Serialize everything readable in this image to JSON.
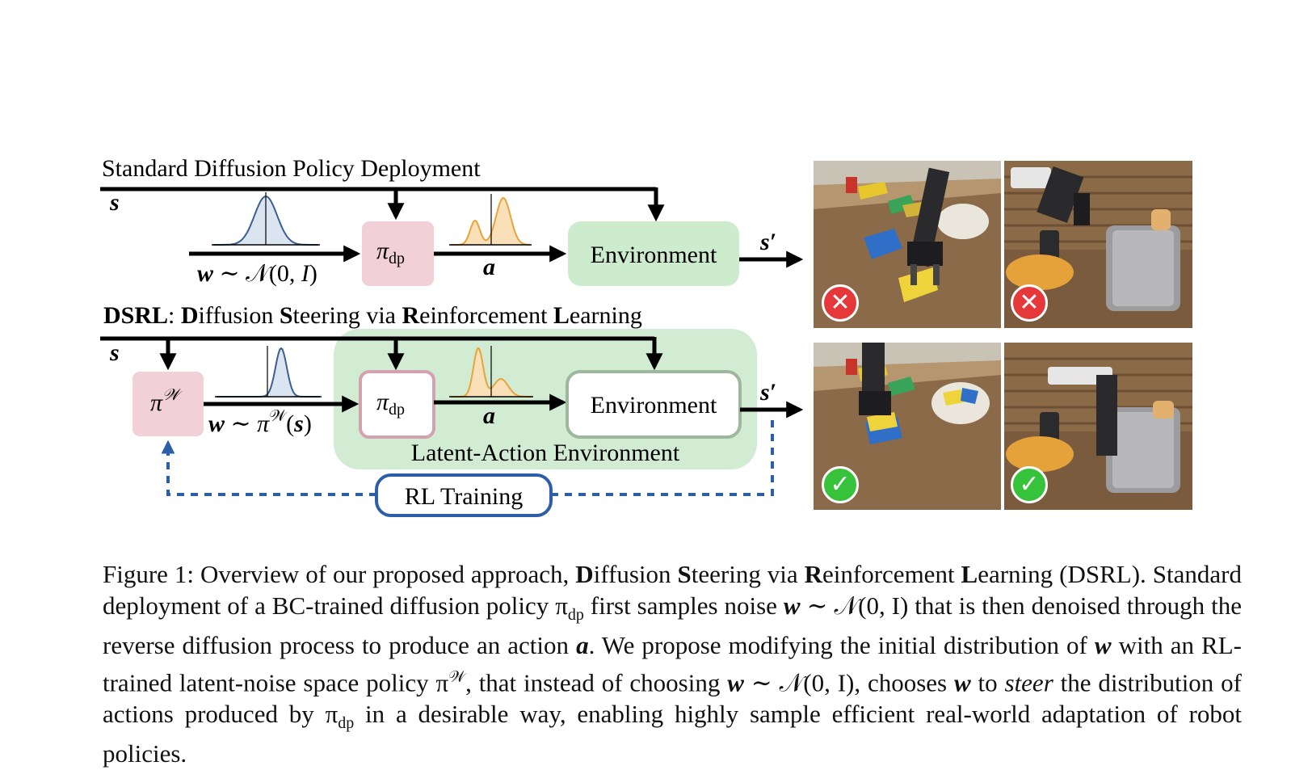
{
  "diagram": {
    "top_title": "Standard Diffusion Policy Deployment",
    "state_label": "s",
    "state_next_label": "s′",
    "pi_dp_label": "π",
    "pi_dp_sub": "dp",
    "action_label": "a",
    "environment_label": "Environment",
    "noise_standard_label": "w ∼ 𝒩(0, I)",
    "bottom_title_parts": [
      {
        "text": "DSRL",
        "bold": true
      },
      {
        "text": ": ",
        "bold": false
      },
      {
        "text": "D",
        "bold": true
      },
      {
        "text": "iffusion ",
        "bold": false
      },
      {
        "text": "S",
        "bold": true
      },
      {
        "text": "teering via ",
        "bold": false
      },
      {
        "text": "R",
        "bold": true
      },
      {
        "text": "einforcement ",
        "bold": false
      },
      {
        "text": "L",
        "bold": true
      },
      {
        "text": "earning",
        "bold": false
      }
    ],
    "pi_w_label": "π",
    "pi_w_sup": "𝒲",
    "noise_latent_label_pre": "w ∼ π",
    "noise_latent_label_sup": "𝒲",
    "noise_latent_label_post": "(s)",
    "latent_env_label": "Latent-Action Environment",
    "rl_training_label": "RL Training"
  },
  "colors": {
    "pink_box": "#f2d0d7",
    "green_box": "#cdeccd",
    "green_region": "#d2ecd3",
    "blue_training": "#2c5fa8",
    "gaussian_line": "#3b5f8f",
    "gaussian_fill": "#dbe5f1",
    "action_line": "#e8a33b",
    "action_fill": "#f9e0b8",
    "fail_badge": "#e5383b",
    "ok_badge": "#36c23a"
  },
  "photos": [
    {
      "name": "robot-blocks-fail",
      "status": "fail",
      "icon": "x-icon"
    },
    {
      "name": "robot-toaster-fail",
      "status": "fail",
      "icon": "x-icon"
    },
    {
      "name": "robot-blocks-success",
      "status": "success",
      "icon": "check-icon"
    },
    {
      "name": "robot-toaster-success",
      "status": "success",
      "icon": "check-icon"
    }
  ],
  "caption": {
    "figure_label": "Figure 1:",
    "p1": " Overview of our proposed approach, ",
    "b1": "D",
    "t1": "iffusion ",
    "b2": "S",
    "t2": "teering via ",
    "b3": "R",
    "t3": "einforcement ",
    "b4": "L",
    "t4": "earning",
    "p2": " (DSRL). Standard deployment of a BC-trained diffusion policy π",
    "sub_dp_1": "dp",
    "p3": " first samples noise ",
    "w1": "w",
    "p4": " ∼ 𝒩(0, I) that is then denoised through the reverse diffusion process to produce an action ",
    "a1": "a",
    "p5": ". We propose modifying the initial distribution of ",
    "w2": "w",
    "p6": " with an RL-trained latent-noise space policy π",
    "sup_w": "𝒲",
    "p7": ", that instead of choosing ",
    "w3": "w",
    "p8": " ∼ 𝒩(0, I), chooses ",
    "w4": "w",
    "p9": " to ",
    "steer": "steer",
    "p10": " the distribution of actions produced by π",
    "sub_dp_2": "dp",
    "p11": " in a desirable way, enabling highly sample efficient real-world adaptation of robot policies."
  }
}
